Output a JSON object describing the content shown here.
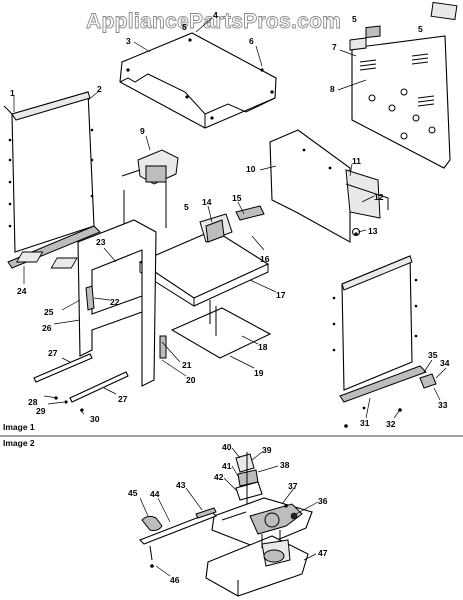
{
  "watermark": "AppliancePartsPros.com",
  "section_labels": {
    "image1": "Image 1",
    "image2": "Image 2"
  },
  "callouts": {
    "c1": "1",
    "c2": "2",
    "c3": "3",
    "c4": "4",
    "c5": "5",
    "c6": "6",
    "c7": "7",
    "c8": "8",
    "c9": "9",
    "c10": "10",
    "c11": "11",
    "c12": "12",
    "c13": "13",
    "c14": "14",
    "c15": "15",
    "c16": "16",
    "c17": "17",
    "c18": "18",
    "c19": "19",
    "c20": "20",
    "c21": "21",
    "c22": "22",
    "c23": "23",
    "c24": "24",
    "c25": "25",
    "c26": "26",
    "c27": "27",
    "c28": "28",
    "c29": "29",
    "c30": "30",
    "c31": "31",
    "c32": "32",
    "c33": "33",
    "c34": "34",
    "c35": "35",
    "c36": "36",
    "c37": "37",
    "c38": "38",
    "c39": "39",
    "c40": "40",
    "c41": "41",
    "c42": "42",
    "c43": "43",
    "c44": "44",
    "c45": "45",
    "c46": "46",
    "c47": "47"
  }
}
